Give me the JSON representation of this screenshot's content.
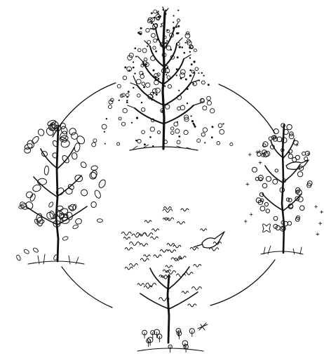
{
  "diagram": {
    "kind": "cycle",
    "nodes": [
      {
        "id": "winter",
        "icon": "snowy-bare-tree-icon"
      },
      {
        "id": "spring",
        "icon": "blossoming-tree-icon"
      },
      {
        "id": "summer",
        "icon": "fruiting-tree-icon"
      },
      {
        "id": "autumn",
        "icon": "leafy-tree-icon"
      }
    ],
    "connector": "circle",
    "ink_color": "#111111",
    "background": "#ffffff"
  }
}
